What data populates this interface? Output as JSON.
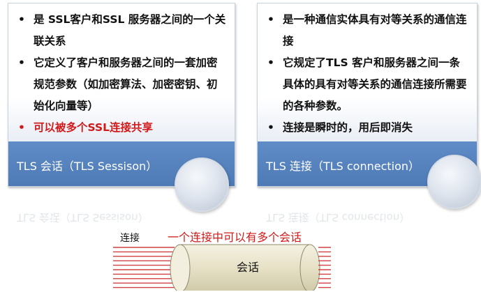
{
  "left_card": {
    "bullets": [
      {
        "text": "是 SSL客户和SSL 服务器之间的一个关联关系",
        "color": "#111111"
      },
      {
        "text": "它定义了客户和服务器之间的一套加密规范参数（如加密算法、加密密钥、初始化向量等）",
        "color": "#111111"
      },
      {
        "text": "可以被多个SSL连接共享",
        "color": "#d01a1a"
      }
    ],
    "footer": "TLS 会话（TLS Sessison）"
  },
  "right_card": {
    "bullets": [
      {
        "text": "是一种通信实体具有对等关系的通信连接"
      },
      {
        "text": "它规定了TLS 客户和服务器之间一条具体的具有对等关系的通信连接所需要的各种参数。"
      },
      {
        "text": "连接是瞬时的，用后即消失"
      }
    ],
    "footer": "TLS 连接（TLS connection）"
  },
  "diagram": {
    "connection_label": "连接",
    "caption": "一个连接中可以有多个会话",
    "session_label": "会话",
    "line_color": "#d04040",
    "tube_color": "#e8e4cc"
  }
}
